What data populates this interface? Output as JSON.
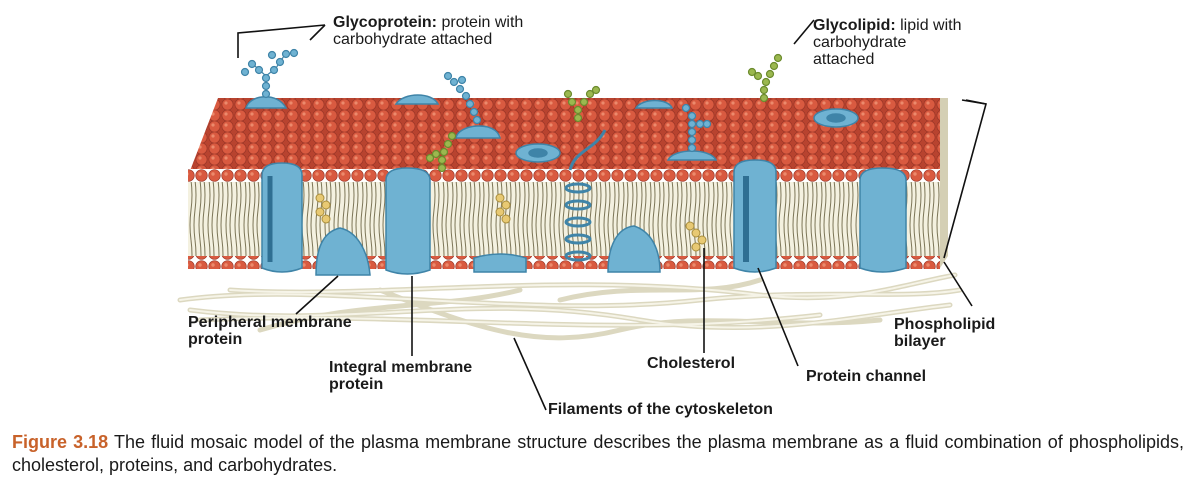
{
  "labels": {
    "glycoprotein_term": "Glycoprotein:",
    "glycoprotein_desc_1": "protein with",
    "glycoprotein_desc_2": "carbohydrate attached",
    "glycolipid_term": "Glycolipid:",
    "glycolipid_desc_1": "lipid with",
    "glycolipid_desc_2": "carbohydrate",
    "glycolipid_desc_3": "attached",
    "peripheral_1": "Peripheral membrane",
    "peripheral_2": "protein",
    "integral_1": "Integral membrane",
    "integral_2": "protein",
    "filaments": "Filaments of the cytoskeleton",
    "cholesterol": "Cholesterol",
    "protein_channel": "Protein channel",
    "phospholipid_1": "Phospholipid",
    "phospholipid_2": "bilayer"
  },
  "caption": {
    "figure_number": "Figure 3.18",
    "text": "The fluid mosaic model of the plasma membrane structure describes the plasma membrane as a fluid combination of phospholipids, cholesterol, proteins, and carbohydrates."
  },
  "colors": {
    "phospholipid_head": "#d9573f",
    "phospholipid_head_dark": "#a8392a",
    "protein": "#6fb2d2",
    "protein_dark": "#3f84a8",
    "glycoprotein_sugar": "#6fa7cc",
    "glycolipid_sugar": "#9bb84f",
    "cholesterol": "#e8c973",
    "filament": "#e6e3d0",
    "caption_accent": "#c8622a"
  }
}
